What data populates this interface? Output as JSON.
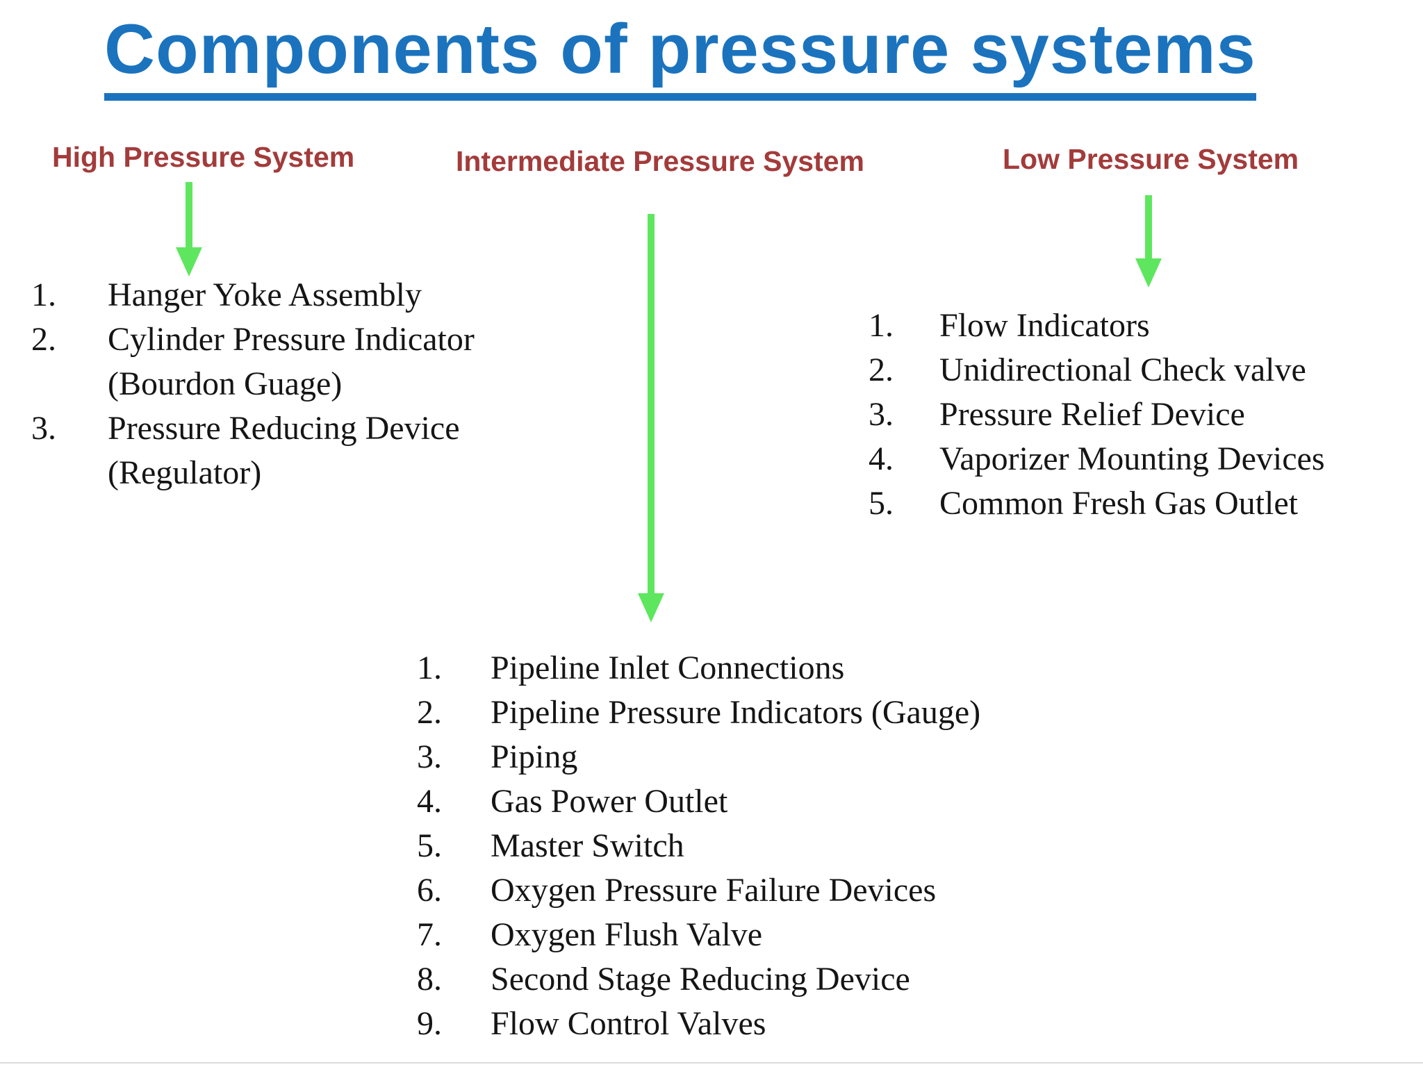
{
  "title": {
    "text": "Components of pressure systems",
    "color": "#1B73BE",
    "underlined": true
  },
  "arrow_color": "#5FE65F",
  "header_color": "#A33B3B",
  "list_text_color": "#151515",
  "columns": [
    {
      "id": "high",
      "header": "High Pressure System",
      "arrow": "green-down-arrow",
      "items": [
        {
          "num": "1.",
          "text": "Hanger Yoke Assembly"
        },
        {
          "num": "2.",
          "text": "Cylinder Pressure Indicator"
        },
        {
          "num": "",
          "text": "(Bourdon Guage)"
        },
        {
          "num": "3.",
          "text": "Pressure Reducing Device"
        },
        {
          "num": "",
          "text": "(Regulator)"
        }
      ]
    },
    {
      "id": "intermediate",
      "header": "Intermediate Pressure System",
      "arrow": "green-down-arrow",
      "items": [
        {
          "num": "1.",
          "text": "Pipeline Inlet Connections"
        },
        {
          "num": "2.",
          "text": "Pipeline Pressure Indicators (Gauge)"
        },
        {
          "num": "3.",
          "text": "Piping"
        },
        {
          "num": "4.",
          "text": "Gas Power Outlet"
        },
        {
          "num": "5.",
          "text": "Master Switch"
        },
        {
          "num": "6.",
          "text": "Oxygen Pressure Failure Devices"
        },
        {
          "num": "7.",
          "text": "Oxygen Flush Valve"
        },
        {
          "num": "8.",
          "text": "Second Stage Reducing Device"
        },
        {
          "num": "9.",
          "text": "Flow Control Valves"
        }
      ]
    },
    {
      "id": "low",
      "header": "Low Pressure System",
      "arrow": "green-down-arrow",
      "items": [
        {
          "num": "1.",
          "text": "Flow Indicators"
        },
        {
          "num": "2.",
          "text": "Unidirectional Check valve"
        },
        {
          "num": "3.",
          "text": "Pressure Relief Device"
        },
        {
          "num": "4.",
          "text": "Vaporizer Mounting Devices"
        },
        {
          "num": "5.",
          "text": "Common Fresh Gas Outlet"
        }
      ]
    }
  ]
}
